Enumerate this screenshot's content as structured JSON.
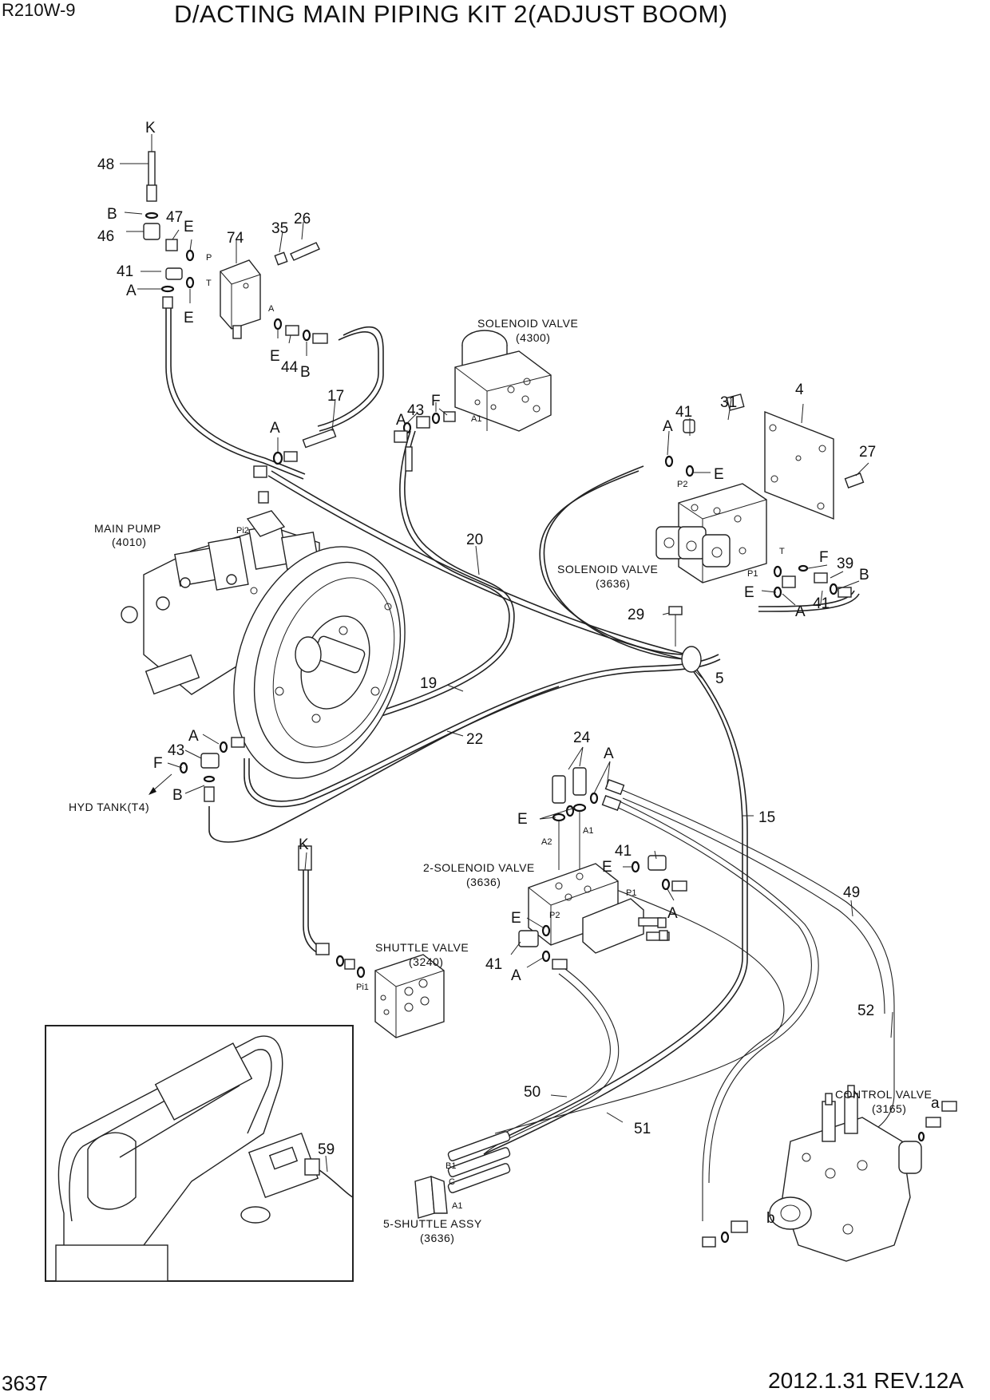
{
  "header": {
    "model": "R210W-9",
    "title": "D/ACTING MAIN PIPING KIT 2(ADJUST BOOM)"
  },
  "footer": {
    "page_number": "3637",
    "revision": "2012.1.31  REV.12A"
  },
  "components": {
    "solenoid_valve_top": {
      "label": "SOLENOID VALVE",
      "code": "(4300)"
    },
    "main_pump": {
      "label": "MAIN PUMP",
      "code": "(4010)"
    },
    "solenoid_valve_right": {
      "label": "SOLENOID VALVE",
      "code": "(3636)"
    },
    "two_solenoid_valve": {
      "label": "2-SOLENOID VALVE",
      "code": "(3636)"
    },
    "shuttle_valve": {
      "label": "SHUTTLE VALVE",
      "code": "(3240)"
    },
    "control_valve": {
      "label": "CONTROL VALVE",
      "code": "(3165)"
    },
    "five_shuttle_assy": {
      "label": "5-SHUTTLE ASSY",
      "code": "(3636)"
    },
    "hyd_tank": {
      "label": "HYD TANK(T4)"
    }
  },
  "part_numbers": {
    "p48": "48",
    "p46": "46",
    "p47": "47",
    "p41a": "41",
    "p74": "74",
    "p35": "35",
    "p26": "26",
    "p44": "44",
    "p17": "17",
    "p43a": "43",
    "p31": "31",
    "p4": "4",
    "p27": "27",
    "p41b": "41",
    "p39": "39",
    "p41c": "41",
    "p20": "20",
    "p29": "29",
    "p5": "5",
    "p19": "19",
    "p22": "22",
    "p43b": "43",
    "p24": "24",
    "p15": "15",
    "p41d": "41",
    "p41e": "41",
    "p49": "49",
    "p52": "52",
    "p50": "50",
    "p51": "51",
    "p59": "59"
  },
  "letters": {
    "K1": "K",
    "B1": "B",
    "E1": "E",
    "A1": "A",
    "E2": "E",
    "E3": "E",
    "B2": "B",
    "A2": "A",
    "F1": "F",
    "A3": "A",
    "A4": "A",
    "E4": "E",
    "F2": "F",
    "B3": "B",
    "E5": "E",
    "A5": "A",
    "A6": "A",
    "F3": "F",
    "B4": "B",
    "A7": "A",
    "E6": "E",
    "E7": "E",
    "A8": "A",
    "E8": "E",
    "A9": "A",
    "K2": "K"
  },
  "ports": {
    "p": "P",
    "t": "T",
    "a": "A",
    "pi2": "Pi2",
    "a1": "A1",
    "p2": "P2",
    "p1": "P1",
    "t2": "T",
    "a2": "A2",
    "a1b": "A1",
    "p1b": "P1",
    "p2b": "P2",
    "pi1": "Pi1",
    "b1": "B1",
    "c": "C",
    "a1c": "A1",
    "port_a": "a",
    "port_b": "b"
  }
}
